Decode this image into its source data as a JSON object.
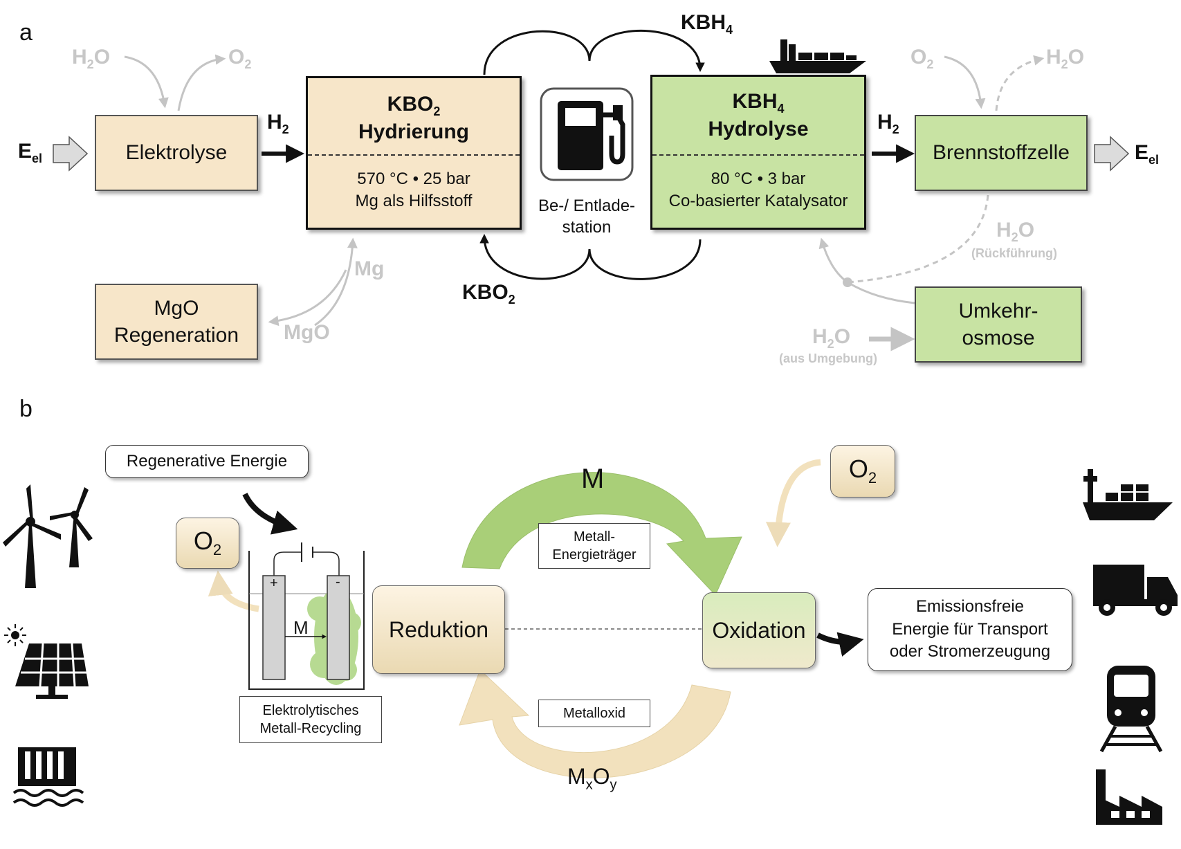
{
  "panels": {
    "a": "a",
    "b": "b"
  },
  "a": {
    "e_in": "E",
    "e_in_sub": "el",
    "e_out": "E",
    "e_out_sub": "el",
    "electrolysis": "Elektrolyse",
    "h2o_in": "H",
    "h2o_in_sub": "2",
    "h2o_in_o": "O",
    "o2_out": "O",
    "o2_out_sub": "2",
    "h2_left": "H",
    "h2_left_sub": "2",
    "hydr_title1": "KBO",
    "hydr_title1_sub": "2",
    "hydr_title2": "Hydrierung",
    "hydr_cond1": "570 °C • 25 bar",
    "hydr_cond2": "Mg als Hilfsstoff",
    "station1": "Be-/ Entlade-",
    "station2": "station",
    "kbh4_top": "KBH",
    "kbh4_top_sub": "4",
    "kbo2_bottom": "KBO",
    "kbo2_bottom_sub": "2",
    "hydro_title1": "KBH",
    "hydro_title1_sub": "4",
    "hydro_title2": "Hydrolyse",
    "hydro_cond1": "80 °C • 3 bar",
    "hydro_cond2": "Co-basierter Katalysator",
    "h2_right": "H",
    "h2_right_sub": "2",
    "fuelcell": "Brennstoffzelle",
    "o2_fc": "O",
    "o2_fc_sub": "2",
    "h2o_fc": "H",
    "h2o_fc_sub": "2",
    "h2o_fc_o": "O",
    "h2o_ret": "H",
    "h2o_ret_sub": "2",
    "h2o_ret_o": "O",
    "ret_note": "(Rückführung)",
    "osmosis1": "Umkehr-",
    "osmosis2": "osmose",
    "h2o_env": "H",
    "h2o_env_sub": "2",
    "h2o_env_o": "O",
    "env_note": "(aus Umgebung)",
    "mgo_box1": "MgO",
    "mgo_box2": "Regeneration",
    "mg_label": "Mg",
    "mgo_label": "MgO"
  },
  "b": {
    "regen": "Regenerative Energie",
    "o2_left": "O",
    "o2_left_sub": "2",
    "plus": "+",
    "minus": "-",
    "m_cell": "M",
    "cell_caption1": "Elektrolytisches",
    "cell_caption2": "Metall-Recycling",
    "reduction": "Reduktion",
    "oxidation": "Oxidation",
    "m_top": "M",
    "carrier1": "Metall-",
    "carrier2": "Energieträger",
    "oxide": "Metalloxid",
    "mxoy_m": "M",
    "mxoy_x": "x",
    "mxoy_o": "O",
    "mxoy_y": "y",
    "o2_right": "O",
    "o2_right_sub": "2",
    "output1": "Emissionsfreie",
    "output2": "Energie für Transport",
    "output3": "oder Stromerzeugung"
  },
  "icons": [
    "wind-turbine-icon",
    "solar-panel-icon",
    "hydro-dam-icon",
    "fuel-pump-icon",
    "cargo-ship-icon",
    "truck-icon",
    "train-icon",
    "factory-icon"
  ],
  "colors": {
    "peach": "#f7e6c9",
    "green": "#c8e3a3",
    "arrow_green": "#a9cf78",
    "arrow_peach": "#f2e1bd",
    "faded": "#c7c7c7"
  }
}
